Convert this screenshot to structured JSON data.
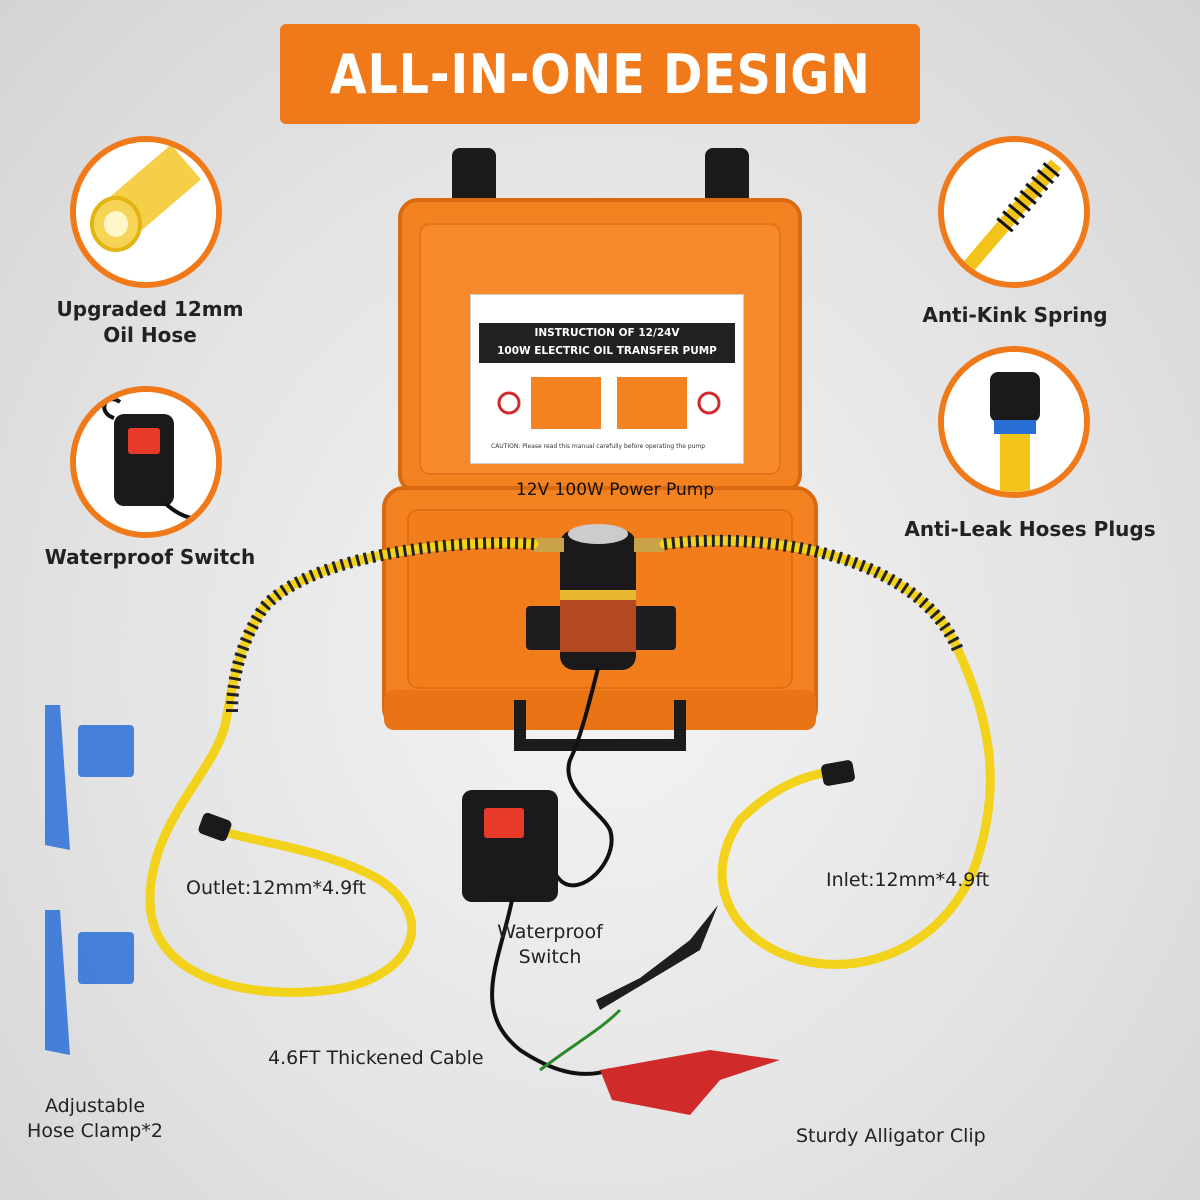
{
  "banner": {
    "title": "ALL-IN-ONE DESIGN"
  },
  "features": {
    "oil_hose": "Upgraded 12mm\nOil Hose",
    "switch": "Waterproof Switch",
    "spring": "Anti-Kink Spring",
    "plugs": "Anti-Leak Hoses Plugs"
  },
  "callouts": {
    "pump": "12V 100W Power Pump",
    "outlet": "Outlet:12mm*4.9ft",
    "inlet": "Inlet:12mm*4.9ft",
    "switch": "Waterproof\nSwitch",
    "cable": "4.6FT Thickened Cable",
    "clamp": "Adjustable\nHose Clamp*2",
    "clip": "Sturdy Alligator Clip"
  },
  "manual": {
    "title_line1": "INSTRUCTION OF 12/24V",
    "title_line2": "100W ELECTRIC OIL TRANSFER PUMP",
    "caution": "CAUTION: Please read this manual carefully before operating the pump"
  },
  "colors": {
    "accent": "#f07a1a",
    "case": "#f58220",
    "hose": "#f2d21a",
    "clamp": "#2a6fd6",
    "clip_red": "#d12a2a"
  }
}
